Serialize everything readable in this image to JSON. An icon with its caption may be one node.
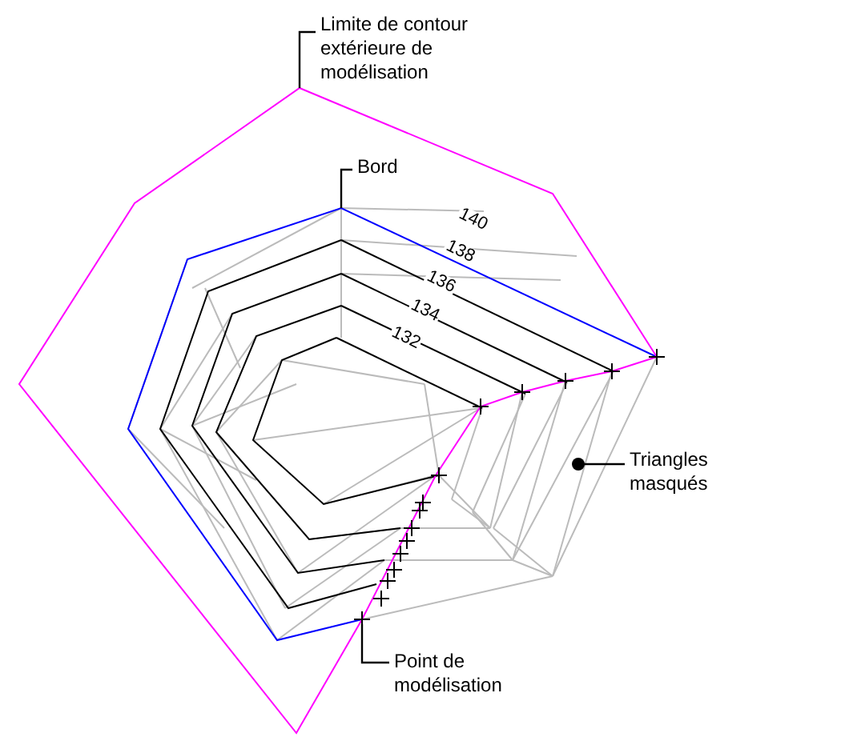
{
  "diagram": {
    "nodes": [
      {
        "text": [
          "Limite de contour extérieure de modélisation"
        ]
      },
      {
        "text": [
          "Bord"
        ]
      },
      {
        "text": [
          "Triangles masqués"
        ]
      },
      {
        "text": [
          "Point de modélisation"
        ]
      }
    ],
    "edges": [
      {
        "from": 0,
        "to": null,
        "arrow": "none"
      },
      {
        "from": 1,
        "to": null,
        "arrow": "none"
      },
      {
        "from": 2,
        "to": null,
        "arrow": "other"
      },
      {
        "from": 3,
        "to": null,
        "arrow": "none"
      }
    ],
    "labels": [
      "140",
      "138",
      "136",
      "134",
      "132"
    ]
  }
}
